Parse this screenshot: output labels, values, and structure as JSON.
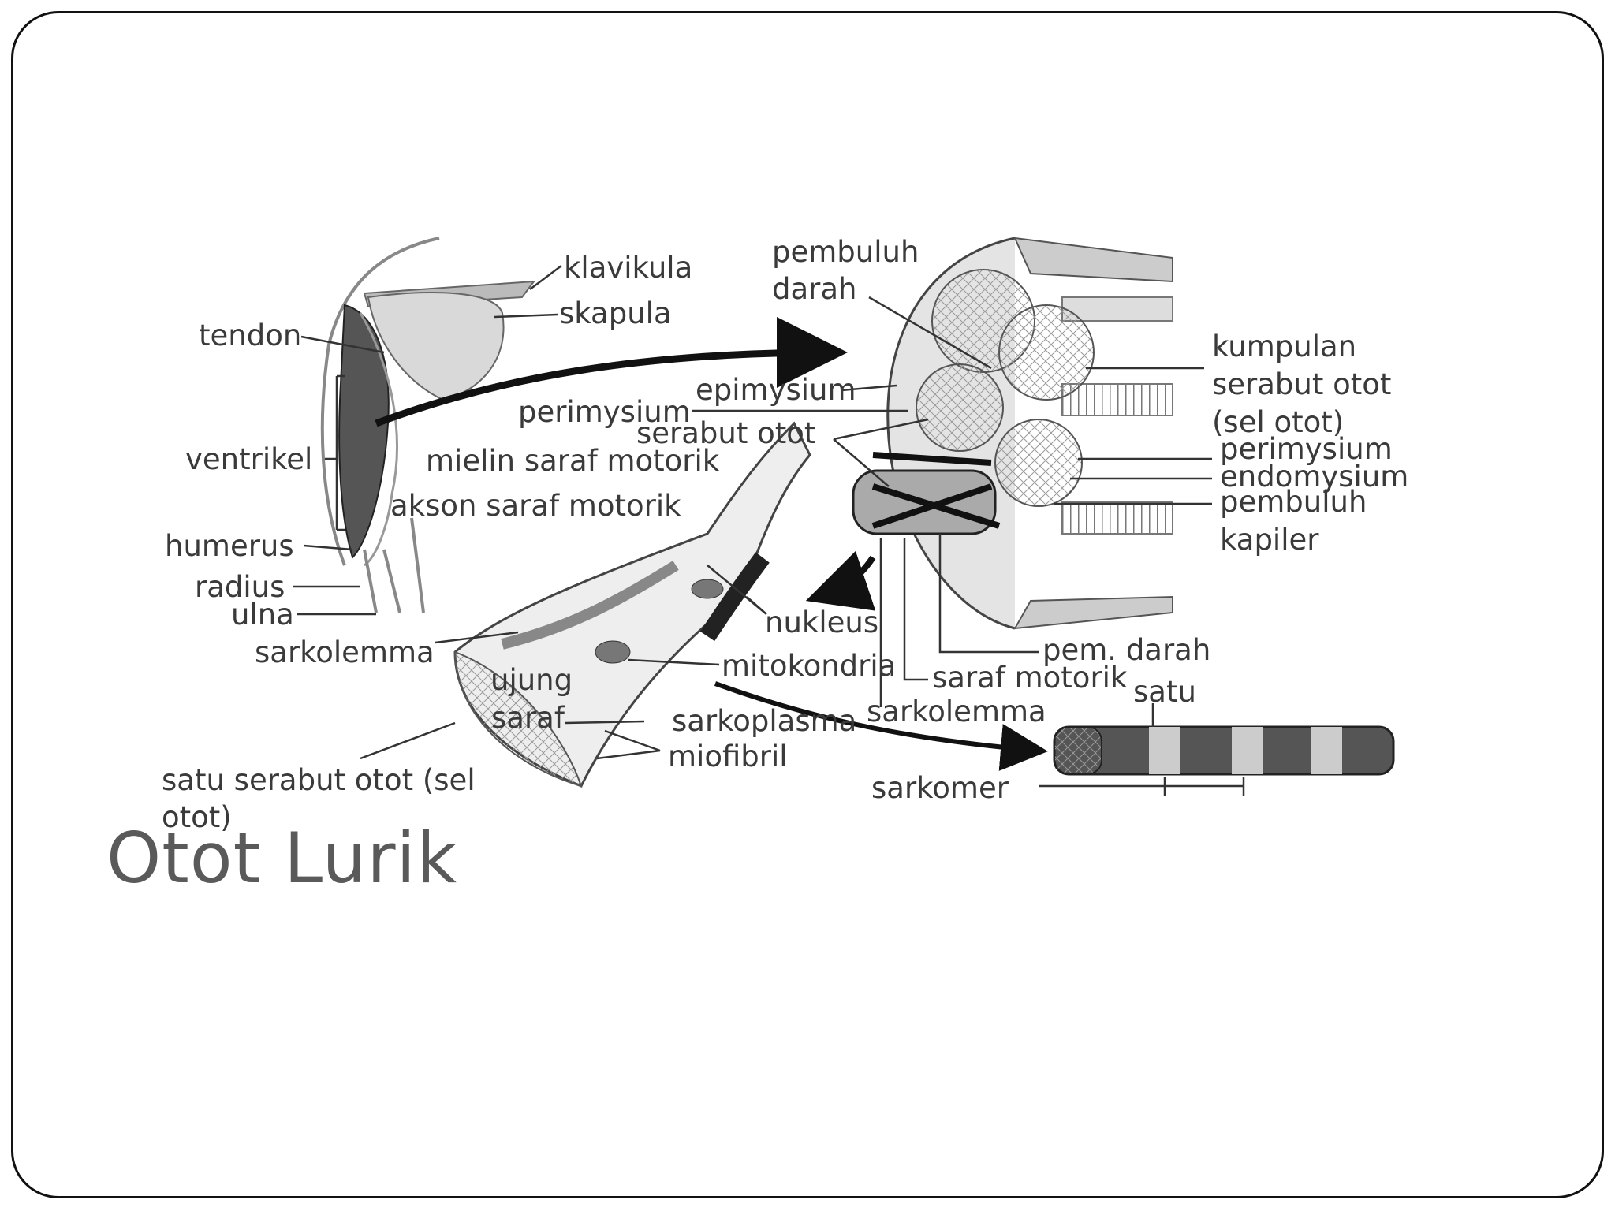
{
  "slide": {
    "title": "Otot Lurik"
  },
  "diagram": {
    "labels": {
      "klavikula": "klavikula",
      "skapula": "skapula",
      "tendon": "tendon",
      "ventrikel": "ventrikel",
      "humerus": "humerus",
      "radius": "radius",
      "ulna": "ulna",
      "sarkolemma_left": "sarkolemma",
      "pembuluh_darah_1": "pembuluh",
      "pembuluh_darah_2": "darah",
      "epimysium": "epimysium",
      "perimysium_center": "perimysium",
      "serabut_otot": "serabut otot",
      "mielin_saraf_motorik": "mielin saraf motorik",
      "akson_saraf_motorik": "akson saraf motorik",
      "kumpulan_1": "kumpulan",
      "kumpulan_2": "serabut otot",
      "kumpulan_3": "(sel otot)",
      "perimysium_right": "perimysium",
      "endomysium": "endomysium",
      "pembuluh_kapiler_1": "pembuluh",
      "pembuluh_kapiler_2": "kapiler",
      "nukleus": "nukleus",
      "mitokondria": "mitokondria",
      "ujung_saraf_1": "ujung",
      "ujung_saraf_2": "saraf",
      "sarkoplasma": "sarkoplasma",
      "miofibril": "miofibril",
      "satu_serabut_1": "satu serabut otot (sel",
      "satu_serabut_2": "otot)",
      "pem_darah": "pem. darah",
      "saraf_motorik": "saraf motorik",
      "sarkolemma_right": "sarkolemma",
      "satu": "satu",
      "sarkomer": "sarkomer"
    }
  }
}
